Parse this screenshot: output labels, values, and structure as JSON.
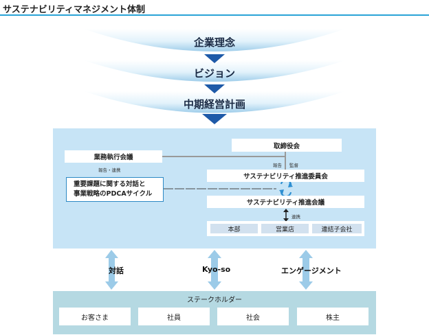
{
  "page": {
    "title": "サステナビリティマネジメント体制"
  },
  "bands": [
    {
      "label": "企業理念"
    },
    {
      "label": "ビジョン"
    },
    {
      "label": "中期経営計画"
    }
  ],
  "governance": {
    "board": "取締役会",
    "executive": "業務執行会議",
    "exec_note": "報告・連携",
    "report_label": "報告",
    "supervise_label": "監督",
    "committee": "サステナビリティ推進委員会",
    "council": "サステナビリティ推進会議",
    "link_label": "連携",
    "units": [
      "本部",
      "営業店",
      "連結子会社"
    ],
    "cycle_line1": "重要課題に関する対話と",
    "cycle_line2": "事業戦略のPDCAサイクル"
  },
  "bridges": [
    "対話",
    "Kyo-so",
    "エンゲージメント"
  ],
  "stakeholders": {
    "title": "ステークホルダー",
    "items": [
      "お客さま",
      "社員",
      "社会",
      "株主"
    ]
  },
  "colors": {
    "accent": "#29a3d6",
    "panel": "#c7e4f6",
    "stakeholder_panel": "#b5d9e2",
    "arrow": "#1e5aa8",
    "bridge_arrow": "#9ccbe8"
  }
}
